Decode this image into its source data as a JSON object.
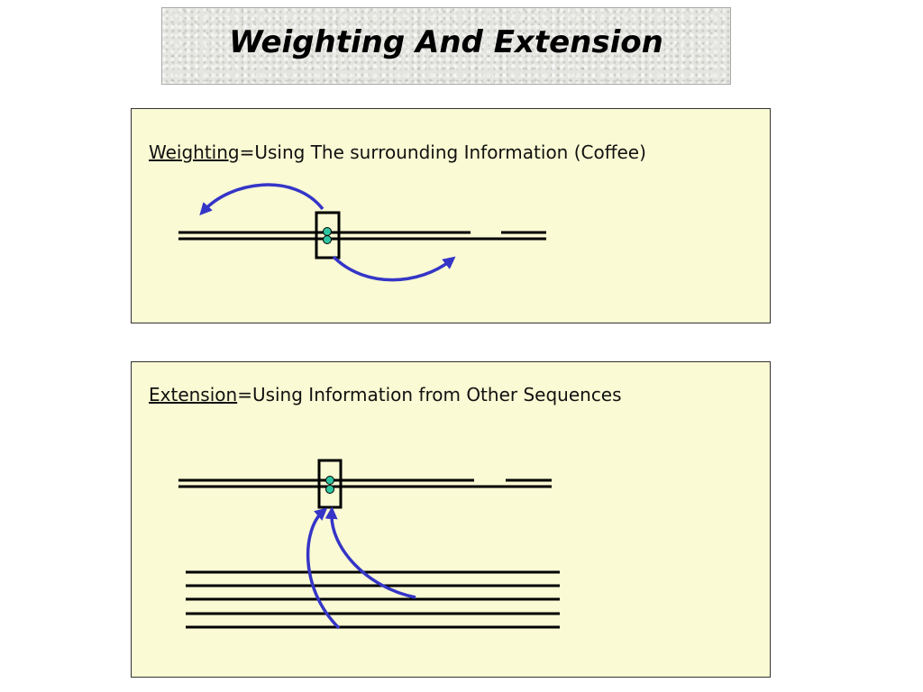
{
  "title": "Weighting And Extension",
  "weighting": {
    "term": "Weighting",
    "description": "=Using The surrounding Information (Coffee)"
  },
  "extension": {
    "term": "Extension",
    "description": "=Using Information from Other Sequences"
  },
  "colors": {
    "panel_background": "#fafad4",
    "arrow": "#3535c8",
    "site_marker": "#2ec4a0",
    "line": "#000000"
  }
}
